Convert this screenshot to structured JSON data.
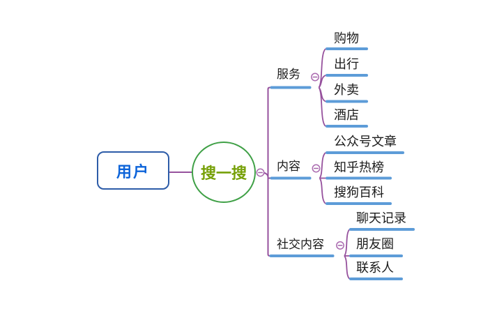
{
  "colors": {
    "root_border": "#2d5ca8",
    "root_text": "#0d64d9",
    "center_border": "#3fa046",
    "center_text": "#76a007",
    "topic_underline": "#5d9cd8",
    "connector_purple": "#96519d",
    "topic_text": "#1b1b1b"
  },
  "root": {
    "label": "用户"
  },
  "center": {
    "label": "搜一搜"
  },
  "branches": [
    {
      "label": "服务",
      "children": [
        {
          "label": "购物"
        },
        {
          "label": "出行"
        },
        {
          "label": "外卖"
        },
        {
          "label": "酒店"
        }
      ]
    },
    {
      "label": "内容",
      "children": [
        {
          "label": "公众号文章"
        },
        {
          "label": "知乎热榜"
        },
        {
          "label": "搜狗百科"
        }
      ]
    },
    {
      "label": "社交内容",
      "children": [
        {
          "label": "聊天记录"
        },
        {
          "label": "朋友圈"
        },
        {
          "label": "联系人"
        }
      ]
    }
  ]
}
